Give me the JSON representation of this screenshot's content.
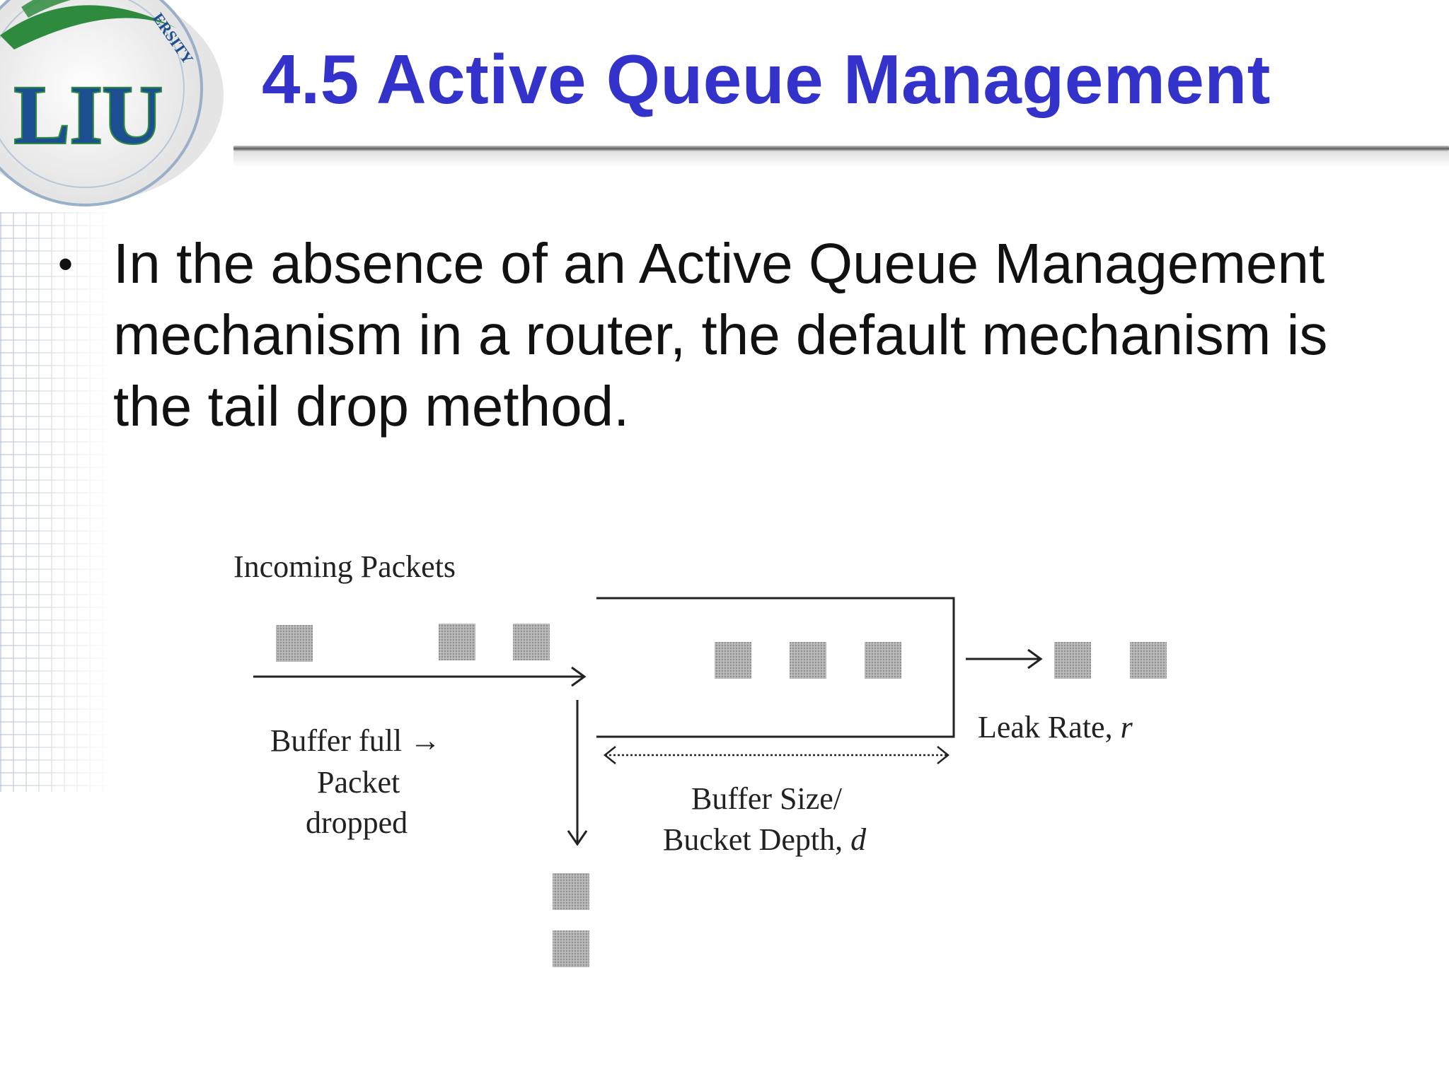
{
  "slide": {
    "logo_text": "LIU",
    "logo_arc_text": "ERSITY",
    "title": "4.5 Active Queue Management",
    "bullets": [
      {
        "lines": [
          "In the absence of an Active Queue Management",
          "mechanism in a router, the default mechanism is",
          "the tail drop method."
        ]
      }
    ]
  },
  "diagram": {
    "incoming_label": "Incoming Packets",
    "drop_label_lines": [
      "Buffer full →",
      "Packet",
      "dropped"
    ],
    "buffer_label_lines": [
      "Buffer Size/",
      "Bucket Depth, "
    ],
    "buffer_label_var": "d",
    "leak_label": "Leak Rate, ",
    "leak_label_var": "r"
  },
  "colors": {
    "title": "#3333cc",
    "logo_blue": "#1b4f8f",
    "logo_green": "#2e8b3e",
    "packet": "#a9a9a9"
  }
}
